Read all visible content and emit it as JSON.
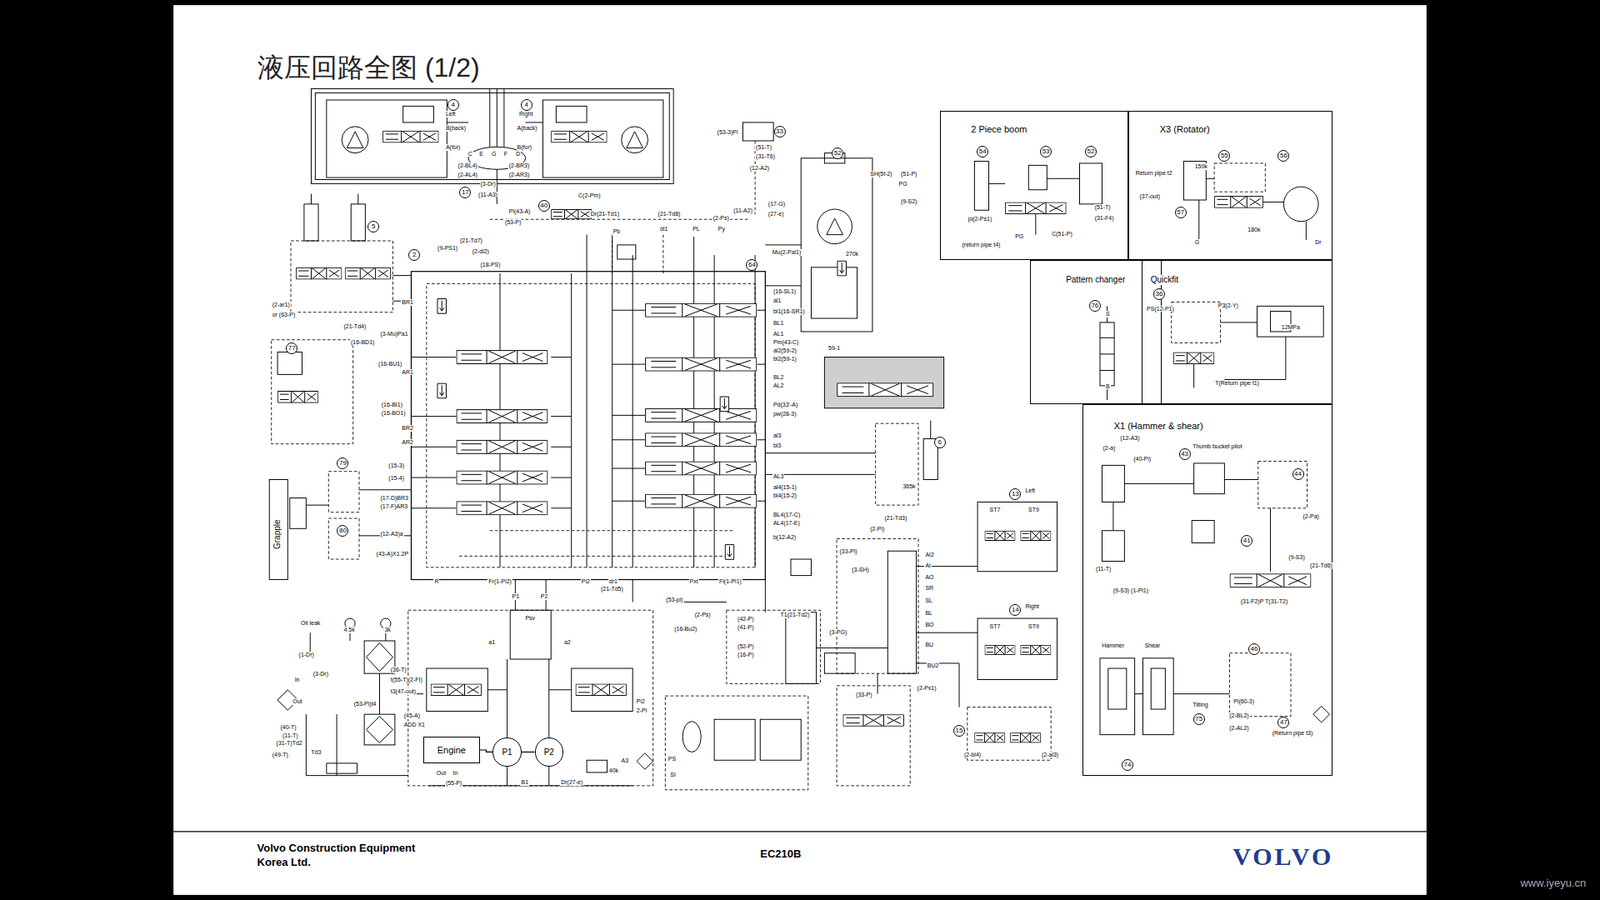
{
  "diagram": {
    "title": "液压回路全图 (1/2)",
    "nodes": [
      {
        "text": [
          "2 Piece boom"
        ]
      },
      {
        "text": [
          "X3 (Rotator)"
        ]
      },
      {
        "text": [
          "Pattern changer"
        ]
      },
      {
        "text": [
          "Quickfit"
        ]
      },
      {
        "text": [
          "X1 (Hammer & shear)"
        ]
      },
      {
        "text": [
          "Engine"
        ]
      },
      {
        "text": [
          "P1"
        ]
      },
      {
        "text": [
          "P2"
        ]
      }
    ],
    "edges": [
      {
        "from": 5,
        "to": 6,
        "arrow": "none"
      },
      {
        "from": 6,
        "to": 7,
        "arrow": "none"
      }
    ],
    "labels": [
      "4",
      "Left",
      "B(back)",
      "A(for)",
      "4",
      "Right",
      "A(back)",
      "B(for)",
      "C",
      "E",
      "G",
      "F",
      "D",
      "(2-BL4)",
      "(2-AL4)",
      "(2-BR3)",
      "(2-AR3)",
      "17",
      "(3-Dr)",
      "(11-A3)",
      "5",
      "33",
      "(53-3)Pi",
      "(51-T)",
      "(31-T6)",
      "(12-A2)",
      "52",
      "SH(5f-2)",
      "(51-P)",
      "PG",
      "(9-S2)",
      "(11-A2)",
      "(17-G)",
      "(27-e)",
      "Mu(2-Pai1)",
      "270k",
      "2",
      "(9-PS1)",
      "(21-Td7)",
      "(2-di2)",
      "(18-PS)",
      "40",
      "Pi(43-A)",
      "C(2-Pm)",
      "Dr(21-Td1)",
      "(53-P)",
      "(21-Td8)",
      "(2-Ps)",
      "PL",
      "Py",
      "Pb",
      "di1",
      "64",
      "(16-SL1)",
      "al1",
      "bl1(16-SR1)",
      "BL1",
      "AL1",
      "Pm(43-C)",
      "al2(59-2)",
      "bl2(59-1)",
      "BL2",
      "AL2",
      "Pd(33'-A)",
      "pw(28-3)",
      "al3",
      "bl3",
      "AL3",
      "al4(15-1)",
      "bl4(15-2)",
      "BL4(17-C)",
      "AL4(17-E)",
      "b(12-A2)",
      "59-1",
      "6",
      "365k",
      "(21-Td3)",
      "(2-ar1)",
      "or (63-P)",
      "(21-Td4)",
      "77",
      "(16-BD1)",
      "(3-Mu)Pa1",
      "BR1",
      "(16-BU1)",
      "AR1",
      "(16-BI1)",
      "(16-BO1)",
      "BR2",
      "AR2",
      "(15-3)",
      "(15-4)",
      "(17-D)BR3",
      "(17-F)AR3",
      "(12-A3)a",
      "(43-A)X1.2P",
      "R",
      "79",
      "80",
      "Grapple",
      "P1",
      "P2",
      "Psv",
      "a1",
      "a2",
      "Fr(1-Pi2)",
      "Pi2",
      "dr1",
      "(21-Td5)",
      "Pxt",
      "Fl(1-Pi1)",
      "Oil leak",
      "(1-Dr)",
      "(3-Dr)",
      "In",
      "Out",
      "4.5k",
      "3k",
      "(36-T)",
      "t(55-T)(2-FI)",
      "t3(47-out)",
      "(53-Pi)t4",
      "(45-A)",
      "ADD X1",
      "(40-T)",
      "(11-T)",
      "(31-T)Td2",
      "(49-T)",
      "Td3",
      "Out",
      "In",
      "(55-P)",
      "B1",
      "Dr(27-e)",
      "40k",
      "A3",
      "Pi2",
      "2-Pi",
      "(2-Ps)",
      "(16-Bu2)",
      "(53-pi)",
      "PS",
      "SI",
      "T1(21-Td2)",
      "(42-P)",
      "(41-P)",
      "(52-P)",
      "(16-P)",
      "(3-PG)",
      "(33-P)",
      "(2-Pi)",
      "(33-Pi)",
      "(3-SH)",
      "AI2",
      "AI",
      "AO",
      "SR",
      "SL",
      "BL",
      "BO",
      "BU",
      "BU2",
      "(2-Px1)",
      "13",
      "Left",
      "ST7",
      "ST9",
      "14",
      "Right",
      "ST7",
      "ST9",
      "15",
      "(2-bl4)",
      "(2-al3)",
      "54",
      "53",
      "52",
      "pi(2-Ps1)",
      "(return pipe t4)",
      "PG",
      "C(51-P)",
      "(51-T)",
      "(31-F4)",
      "Return pipe t2",
      "(37-out)",
      "57",
      "150k",
      "55",
      "56",
      "180k",
      "G",
      "Dr",
      "76",
      "S",
      "B",
      "36",
      "PS(12-P1)",
      "P3(2-Y)",
      "12MPa",
      "T(Return pipe t1)",
      "(2-a)",
      "(12-A3)",
      "(40-Pi)",
      "43",
      "Thumb bucket pilot",
      "44",
      "(2-Pa)",
      "(9-S3)",
      "(21-Td6)",
      "(11-T)",
      "(9-S3) (1-Pi1)",
      "41",
      "(31-F2)P T(31-T2)",
      "Hammer",
      "Shear",
      "Tilting",
      "46",
      "Pi(60-3)",
      "(2-BL2)",
      "(2-AL2)",
      "47",
      "(Return pipe t3)",
      "74",
      "75",
      "Volvo Construction Equipment",
      "Korea Ltd.",
      "EC210B",
      "VOLVO",
      "www.iyeyu.cn"
    ]
  }
}
